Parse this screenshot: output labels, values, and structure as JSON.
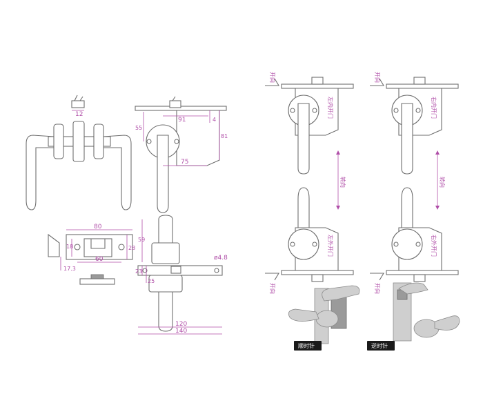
{
  "drawing": {
    "dims_front": {
      "d12": "12"
    },
    "dims_side": {
      "d91": "91",
      "d55": "55",
      "d4": "4",
      "d81": "81",
      "d75": "75"
    },
    "dims_strike": {
      "d80": "80",
      "d18": "18",
      "d28": "28",
      "d60": "60",
      "d173": "17.3"
    },
    "dims_latch": {
      "d59": "59",
      "d23": "23",
      "d25": "25",
      "d48": "ø4.8",
      "d120": "120",
      "d140": "140"
    }
  },
  "variants": {
    "top_left": {
      "side_label": "左内开门",
      "direction_label": "开向"
    },
    "top_right": {
      "side_label": "右内开门",
      "direction_label": "开向"
    },
    "bottom_left": {
      "side_label": "左外开门",
      "direction_label": "开向"
    },
    "bottom_right": {
      "side_label": "右外开门",
      "direction_label": "开向"
    },
    "mid_left": "转向",
    "mid_right": "转向"
  },
  "photos": {
    "left_caption": "顺时针",
    "right_caption": "逆时针"
  },
  "colors": {
    "line": "#6e6e6e",
    "dimension": "#b04ea8",
    "caption_bg": "#1a1a1a"
  }
}
